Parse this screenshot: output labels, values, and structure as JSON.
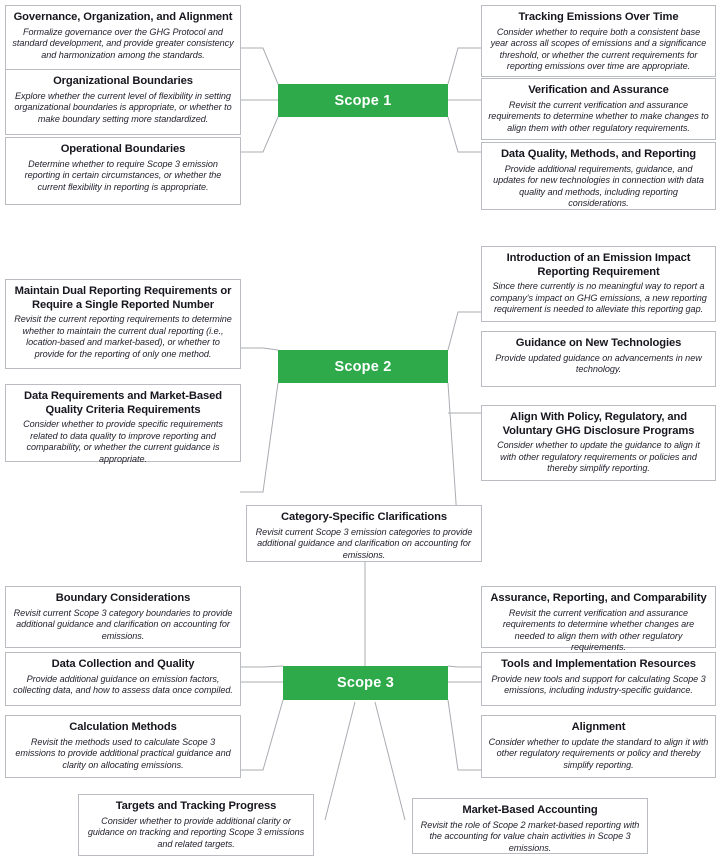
{
  "theme": {
    "hub_green": "#2faa4b",
    "box_border": "#b9bcc0",
    "connector": "#a9acb1",
    "title_color": "#16161e",
    "body_color": "#23232e",
    "background": "#ffffff"
  },
  "scope1": {
    "hub_label": "Scope 1",
    "left": [
      {
        "title": "Governance, Organization, and Alignment",
        "desc": "Formalize governance over the GHG Protocol and standard development, and provide greater consistency and harmonization among the standards."
      },
      {
        "title": "Organizational Boundaries",
        "desc": "Explore whether the current level of flexibility in setting organizational boundaries is appropriate, or whether to make boundary setting more standardized."
      },
      {
        "title": "Operational Boundaries",
        "desc": "Determine whether to require Scope 3 emission reporting in certain circumstances, or whether the current flexibility in reporting is appropriate."
      }
    ],
    "right": [
      {
        "title": "Tracking Emissions Over Time",
        "desc": "Consider whether to require both a consistent base year across all scopes of emissions and a significance threshold, or whether the current requirements for reporting emissions over time are appropriate."
      },
      {
        "title": "Verification and Assurance",
        "desc": "Revisit the current verification and assurance requirements to determine whether to make changes to align them with other regulatory requirements."
      },
      {
        "title": "Data Quality, Methods, and Reporting",
        "desc": "Provide additional requirements, guidance, and updates for new technologies in connection with data quality and methods, including reporting considerations."
      }
    ]
  },
  "scope2": {
    "hub_label": "Scope 2",
    "left": [
      {
        "title": "Maintain Dual Reporting Requirements or Require a Single Reported Number",
        "desc": "Revisit the current reporting requirements to determine whether to maintain the current dual reporting (i.e., location-based and market-based), or whether to provide for the reporting of only one method."
      },
      {
        "title": "Data Requirements and Market-Based Quality Criteria Requirements",
        "desc": "Consider whether to provide specific requirements related to data quality to improve reporting and comparability, or whether the current guidance is appropriate."
      }
    ],
    "right": [
      {
        "title": "Introduction of an Emission Impact Reporting Requirement",
        "desc": "Since there currently is no meaningful way to report a company's impact on GHG emissions, a new reporting requirement is needed to alleviate this reporting gap."
      },
      {
        "title": "Guidance on New Technologies",
        "desc": "Provide updated guidance on advancements in new technology."
      },
      {
        "title": "Align With Policy, Regulatory, and Voluntary GHG Disclosure Programs",
        "desc": "Consider whether to update the guidance to align it with other regulatory requirements or policies and thereby simplify reporting."
      }
    ]
  },
  "scope3": {
    "hub_label": "Scope 3",
    "top": {
      "title": "Category-Specific Clarifications",
      "desc": "Revisit current Scope 3 emission categories to provide additional guidance and clarification on accounting for emissions."
    },
    "left": [
      {
        "title": "Boundary Considerations",
        "desc": "Revisit current Scope 3 category boundaries to provide additional guidance and clarification on accounting for emissions."
      },
      {
        "title": "Data Collection and Quality",
        "desc": "Provide additional guidance on emission factors, collecting data, and how to assess data once compiled."
      },
      {
        "title": "Calculation Methods",
        "desc": "Revisit the methods used to calculate Scope 3 emissions to provide additional practical guidance and clarity on allocating emissions."
      }
    ],
    "right": [
      {
        "title": "Assurance, Reporting, and Comparability",
        "desc": "Revisit the current verification and assurance requirements to determine whether changes are needed to align them with other regulatory requirements."
      },
      {
        "title": "Tools and Implementation Resources",
        "desc": "Provide new tools and support for calculating Scope 3 emissions, including industry-specific guidance."
      },
      {
        "title": "Alignment",
        "desc": "Consider whether to update the standard to align it with other regulatory requirements or policy and thereby simplify reporting."
      }
    ],
    "bottom": [
      {
        "title": "Targets and Tracking Progress",
        "desc": "Consider whether to provide additional clarity or guidance on tracking and reporting Scope 3 emissions and related targets."
      },
      {
        "title": "Market-Based Accounting",
        "desc": "Revisit the role of Scope 2 market-based reporting with the accounting for value chain activities in Scope 3 emissions."
      }
    ]
  }
}
